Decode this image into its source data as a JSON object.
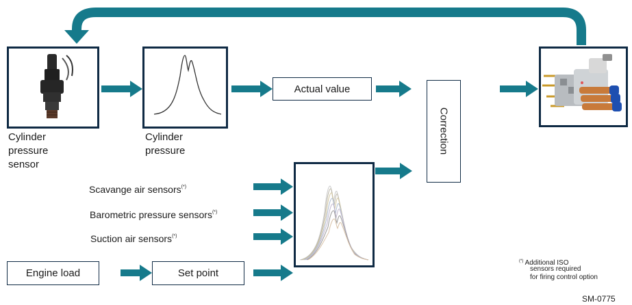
{
  "sensor_caption": {
    "line1": "Cylinder",
    "line2": "pressure",
    "line3": "sensor"
  },
  "pressure_caption": {
    "line1": "Cylinder",
    "line2": "pressure"
  },
  "actual_value": "Actual value",
  "correction": "Correction",
  "sensors": {
    "scavange": "Scavange air sensors",
    "barometric": "Barometric pressure sensors",
    "suction": "Suction air sensors",
    "marker": "(*)"
  },
  "engine_load": "Engine load",
  "set_point": "Set point",
  "footnote": {
    "marker": "(*)",
    "line1": "Additional ISO",
    "line2": "sensors required",
    "line3": "for firing control option"
  },
  "code": "SM-0775",
  "colors": {
    "arrow": "#167a8b",
    "box_border": "#0f2a44"
  }
}
